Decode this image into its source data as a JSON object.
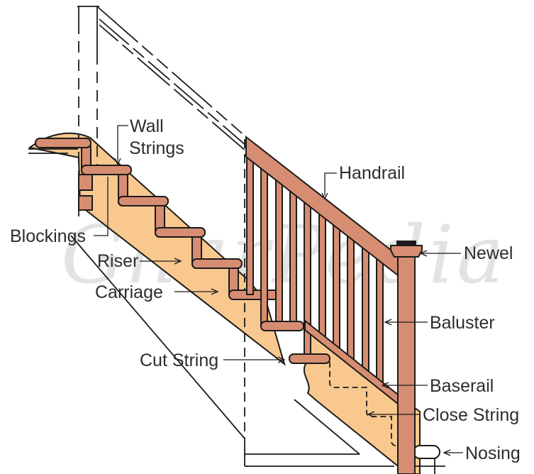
{
  "diagram": {
    "title_hidden": "",
    "watermark": "GharPedia",
    "labels": {
      "wall_strings_1": "Wall",
      "wall_strings_2": "Strings",
      "blockings": "Blockings",
      "riser": "Riser",
      "carriage": "Carriage",
      "cut_string": "Cut String",
      "handrail": "Handrail",
      "newel": "Newel",
      "baluster": "Baluster",
      "baserail": "Baserail",
      "close_string": "Close String",
      "nosing": "Nosing"
    },
    "colors": {
      "string_wood": "#F8C88E",
      "step_wood": "#D78D71",
      "outline": "#1b1b1b",
      "label_text": "#2d2d2d",
      "watermark": "#E3E3E3",
      "background": "#ffffff"
    }
  }
}
